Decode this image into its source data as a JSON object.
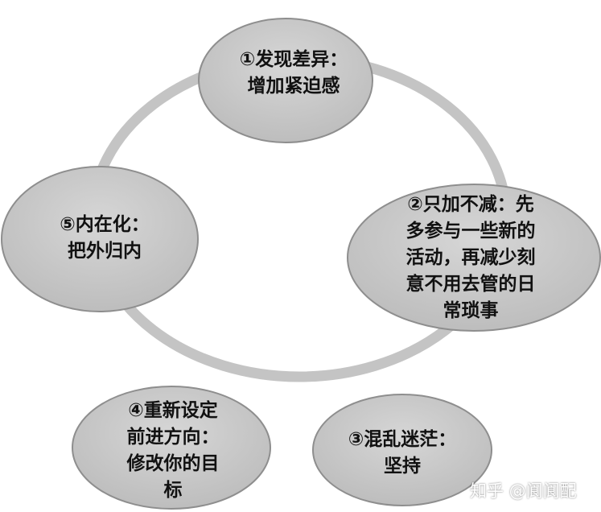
{
  "colors": {
    "ring": "#c4c4c4",
    "node_fill": "#c8c8c8",
    "node_stroke": "#8e8e8e",
    "text": "#111111"
  },
  "nodes": [
    {
      "id": "n1",
      "label": "①发现差异：\n增加紧迫感"
    },
    {
      "id": "n2",
      "label": "②只加不减：先\n多参与一些新的\n活动，再减少刻\n意不用去管的日\n常琐事"
    },
    {
      "id": "n3",
      "label": "③混乱迷茫：\n坚持"
    },
    {
      "id": "n4",
      "label": "④重新设定\n前进方向：\n修改你的目\n标"
    },
    {
      "id": "n5",
      "label": "⑤内在化：\n把外归内"
    }
  ],
  "watermark": "知乎 @阆阆配"
}
